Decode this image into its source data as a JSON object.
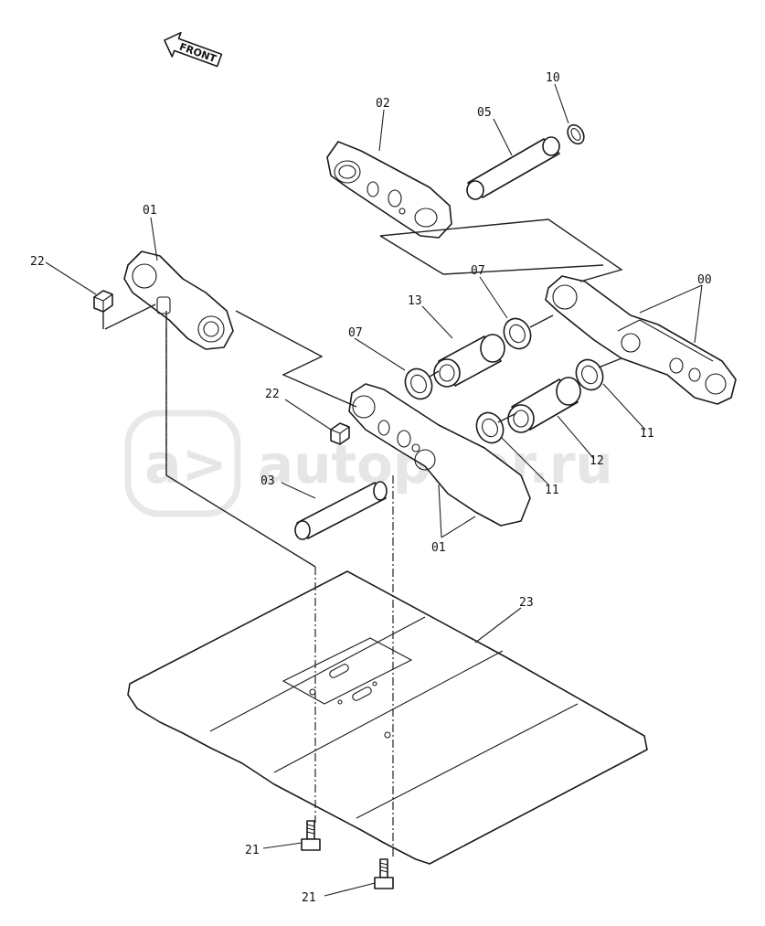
{
  "front_marker": "FRONT",
  "watermark": "autopiter.ru",
  "labels": {
    "p00": "00",
    "p01_top": "01",
    "p01_bottom": "01",
    "p02": "02",
    "p03": "03",
    "p05": "05",
    "p07_top": "07",
    "p07_left": "07",
    "p10": "10",
    "p11_right": "11",
    "p11_left": "11",
    "p12": "12",
    "p13": "13",
    "p21_upper": "21",
    "p21_lower": "21",
    "p22_top": "22",
    "p22_mid": "22",
    "p23": "23"
  }
}
